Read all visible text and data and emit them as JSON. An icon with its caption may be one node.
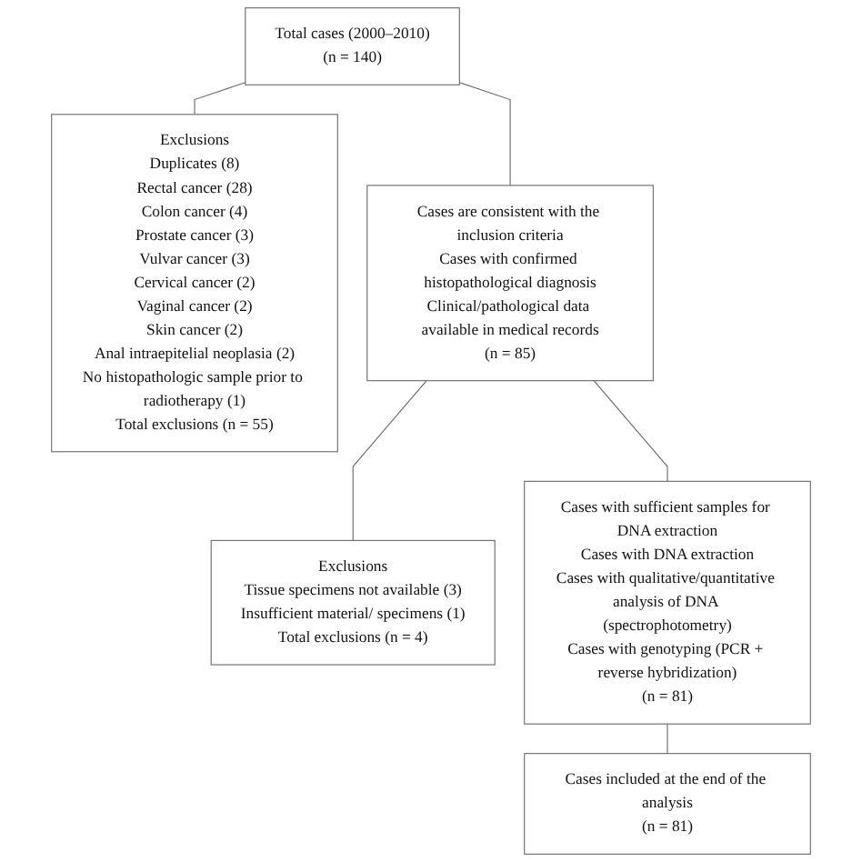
{
  "diagram": {
    "nodes": [
      {
        "text": [
          "Total cases (2000–2010)",
          "(n = 140)"
        ]
      },
      {
        "text": [
          "Exclusions",
          "Duplicates (8)",
          "Rectal cancer (28)",
          "Colon cancer (4)",
          "Prostate cancer (3)",
          "Vulvar cancer (3)",
          "Cervical cancer (2)",
          "Vaginal cancer (2)",
          "Skin cancer (2)",
          "Anal intraepitelial neoplasia (2)",
          "No histopathologic sample prior to radiotherapy (1)",
          "Total exclusions (n = 55)"
        ]
      },
      {
        "text": [
          "Cases are consistent with the inclusion criteria",
          "Cases with confirmed histopathological diagnosis",
          "Clinical/pathological data available in medical records",
          "(n = 85)"
        ]
      },
      {
        "text": [
          "Exclusions",
          "Tissue specimens not available (3)",
          "Insufficient material/ specimens (1)",
          "Total exclusions (n = 4)"
        ]
      },
      {
        "text": [
          "Cases with sufficient samples for DNA extraction",
          "Cases with DNA extraction",
          "Cases with qualitative/quantitative analysis of DNA (spectrophotometry)",
          "Cases with genotyping (PCR + reverse hybridization)",
          "(n = 81)"
        ]
      },
      {
        "text": [
          "Cases included at the end of the analysis",
          "(n = 81)"
        ]
      }
    ],
    "edges": [
      {
        "from": 0,
        "to": 2,
        "arrow": "none"
      },
      {
        "from": 0,
        "to": 1,
        "arrow": "none"
      },
      {
        "from": 2,
        "to": 4,
        "arrow": "none"
      },
      {
        "from": 2,
        "to": 3,
        "arrow": "none"
      },
      {
        "from": 4,
        "to": 5,
        "arrow": "none"
      }
    ]
  }
}
